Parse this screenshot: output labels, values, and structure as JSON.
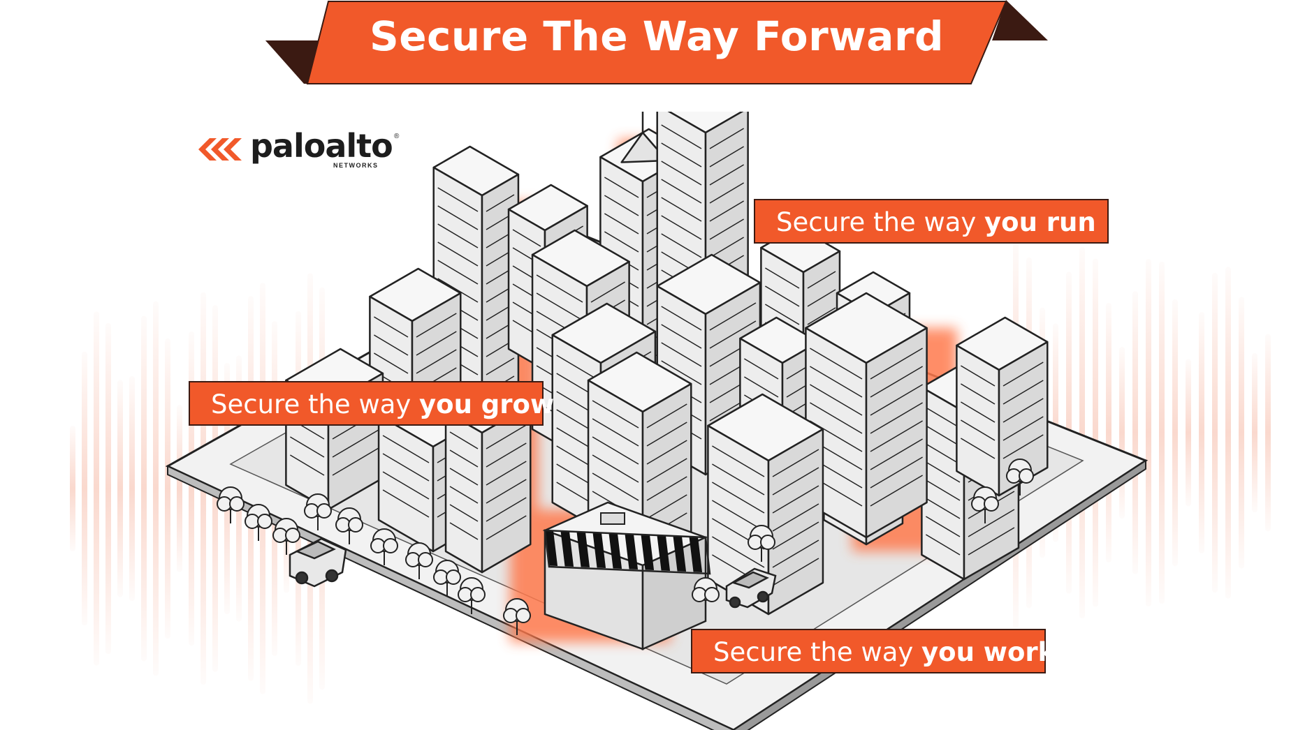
{
  "title": "Secure The Way Forward",
  "logo": {
    "word": "paloalto",
    "registered": "®",
    "subtitle": "NETWORKS"
  },
  "callouts": {
    "run": {
      "prefix": "Secure the way ",
      "emphasis": "you run"
    },
    "grow": {
      "prefix": "Secure the way ",
      "emphasis": "you grow"
    },
    "work": {
      "prefix": "Secure the way ",
      "emphasis": "you work"
    }
  },
  "colors": {
    "accent": "#f1592a",
    "ribbon_fold": "#3b1a12",
    "ink": "#1d1d1d",
    "glow": "#ff7a4d"
  },
  "icons": {
    "logo_mark": "paloalto-chevrons-icon"
  }
}
